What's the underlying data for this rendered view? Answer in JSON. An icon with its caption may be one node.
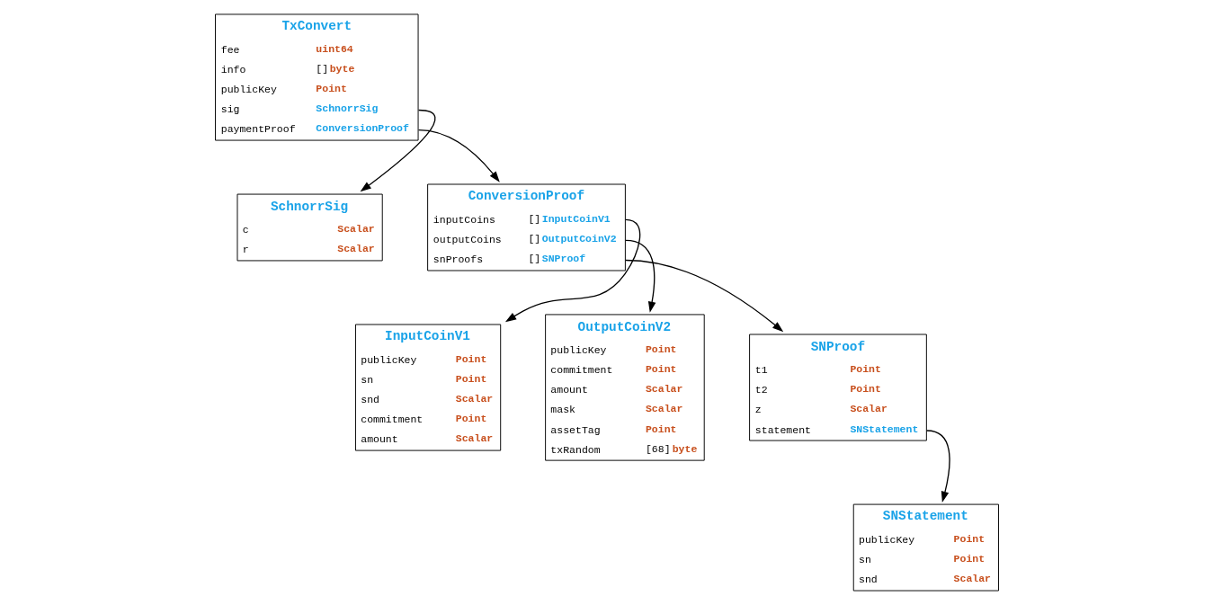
{
  "diagram": {
    "nodes": [
      {
        "text": [
          "TxConvert",
          "fee",
          "uint64",
          "info",
          "[]byte",
          "publicKey",
          "Point",
          "sig",
          "SchnorrSig",
          "paymentProof",
          "ConversionProof"
        ]
      },
      {
        "text": [
          "SchnorrSig",
          "c",
          "Scalar",
          "r",
          "Scalar"
        ]
      },
      {
        "text": [
          "ConversionProof",
          "inputCoins",
          "[]InputCoinV1",
          "outputCoins",
          "[]OutputCoinV2",
          "snProofs",
          "[]SNProof"
        ]
      },
      {
        "text": [
          "InputCoinV1",
          "publicKey",
          "Point",
          "sn",
          "Point",
          "snd",
          "Scalar",
          "commitment",
          "Point",
          "amount",
          "Scalar"
        ]
      },
      {
        "text": [
          "OutputCoinV2",
          "publicKey",
          "Point",
          "commitment",
          "Point",
          "amount",
          "Scalar",
          "mask",
          "Scalar",
          "assetTag",
          "Point",
          "txRandom",
          "[68]byte"
        ]
      },
      {
        "text": [
          "SNProof",
          "t1",
          "Point",
          "t2",
          "Point",
          "z",
          "Scalar",
          "statement",
          "SNStatement"
        ]
      },
      {
        "text": [
          "SNStatement",
          "publicKey",
          "Point",
          "sn",
          "Point",
          "snd",
          "Scalar"
        ]
      }
    ],
    "edges": [
      {
        "from": 0,
        "to": 1,
        "arrow": "to"
      },
      {
        "from": 0,
        "to": 2,
        "arrow": "to"
      },
      {
        "from": 2,
        "to": 3,
        "arrow": "to"
      },
      {
        "from": 2,
        "to": 4,
        "arrow": "to"
      },
      {
        "from": 2,
        "to": 5,
        "arrow": "to"
      },
      {
        "from": 5,
        "to": 6,
        "arrow": "to"
      }
    ]
  }
}
